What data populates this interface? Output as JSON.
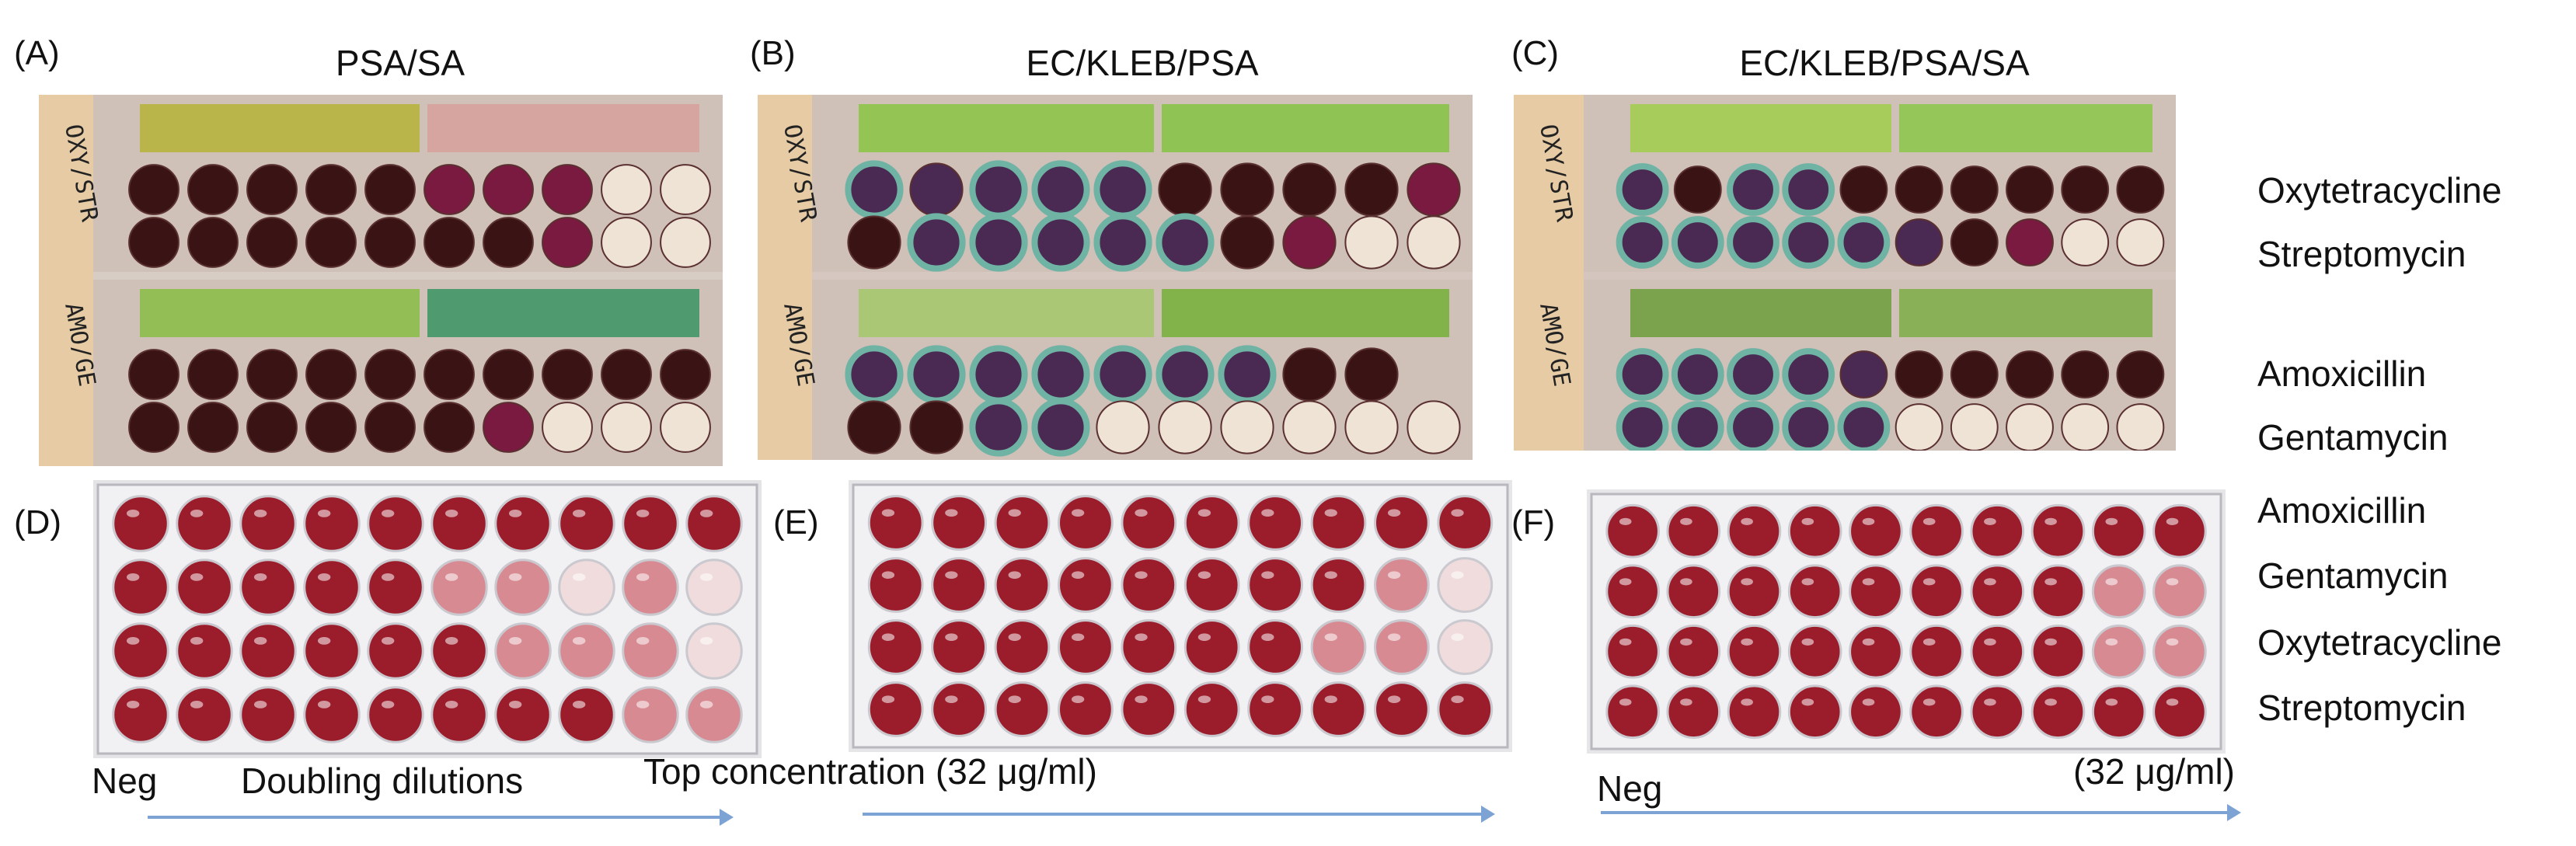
{
  "panels": {
    "A": {
      "letter": "(A)",
      "title": "PSA/SA",
      "label_top": "OXY/STR",
      "label_bottom": "AMO/GE"
    },
    "B": {
      "letter": "(B)",
      "title": "EC/KLEB/PSA",
      "label_top": "OXY/STR",
      "label_bottom": "AMO/GE"
    },
    "C": {
      "letter": "(C)",
      "title": "EC/KLEB/PSA/SA",
      "label_top": "OXY/STR",
      "label_bottom": "AMO/GE"
    },
    "D": {
      "letter": "(D)"
    },
    "E": {
      "letter": "(E)"
    },
    "F": {
      "letter": "(F)"
    }
  },
  "drugs_top": [
    "Oxytetracycline",
    "Streptomycin",
    "Amoxicillin",
    "Gentamycin"
  ],
  "drugs_bottom": [
    "Amoxicillin",
    "Gentamycin",
    "Oxytetracycline",
    "Streptomycin"
  ],
  "captions": {
    "neg_left": "Neg",
    "doubling": "Doubling dilutions",
    "top_conc": "Top concentration (32 μg/ml)",
    "neg_right": "Neg",
    "conc_right": "(32 μg/ml)"
  },
  "colors": {
    "arrow": "#7da2d4",
    "dark_well": "#3a1414",
    "red_well": "#9b1c2a",
    "clear_well": "#efe3d6",
    "green_strip": "#8dbb4e",
    "purple_well": "#4a2a52",
    "teal_ring": "#6fb3a4"
  }
}
